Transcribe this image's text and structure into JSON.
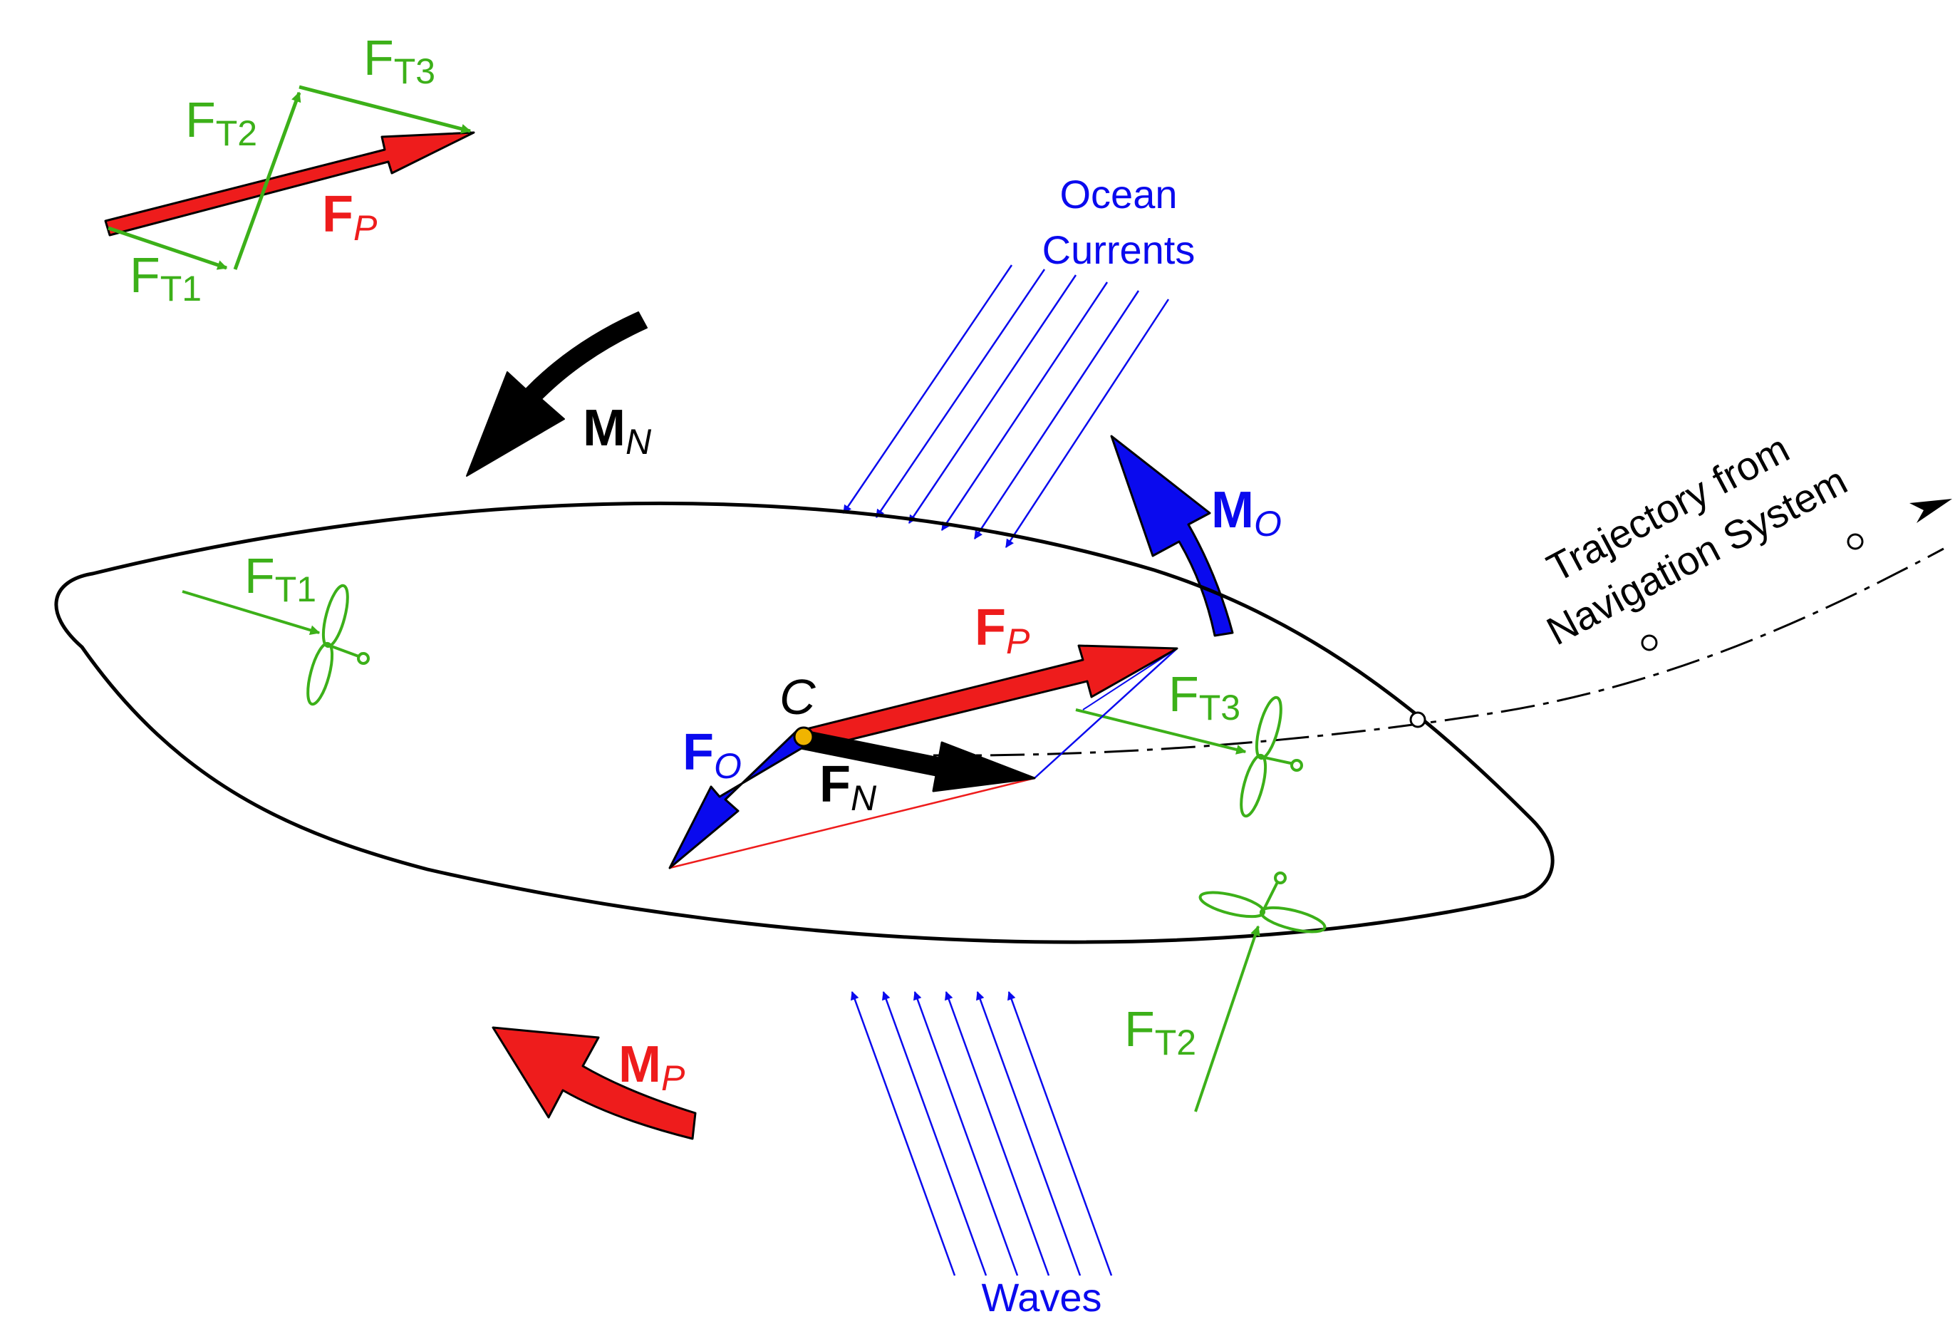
{
  "colors": {
    "propulsion": "#ee1c1c",
    "thruster": "#3cb019",
    "environment": "#0a0aee",
    "net": "#000000",
    "center": "#f0b400"
  },
  "labels": {
    "ft1_main": "F",
    "ft1_sub": "T1",
    "ft2_main": "F",
    "ft2_sub": "T2",
    "ft3_main": "F",
    "ft3_sub": "T3",
    "fp_main": "F",
    "fp_sub": "P",
    "mn_main": "M",
    "mn_sub": "N",
    "mo_main": "M",
    "mo_sub": "O",
    "mp_main": "M",
    "mp_sub": "P",
    "fo_main": "F",
    "fo_sub": "O",
    "fn_main": "F",
    "fn_sub": "N",
    "center": "C",
    "ocean_line1": "Ocean",
    "ocean_line2": "Currents",
    "waves": "Waves",
    "trajectory_line1": "Trajectory from",
    "trajectory_line2": "Navigation System"
  },
  "icons": [
    "propeller-icon",
    "curved-arrow-icon"
  ]
}
